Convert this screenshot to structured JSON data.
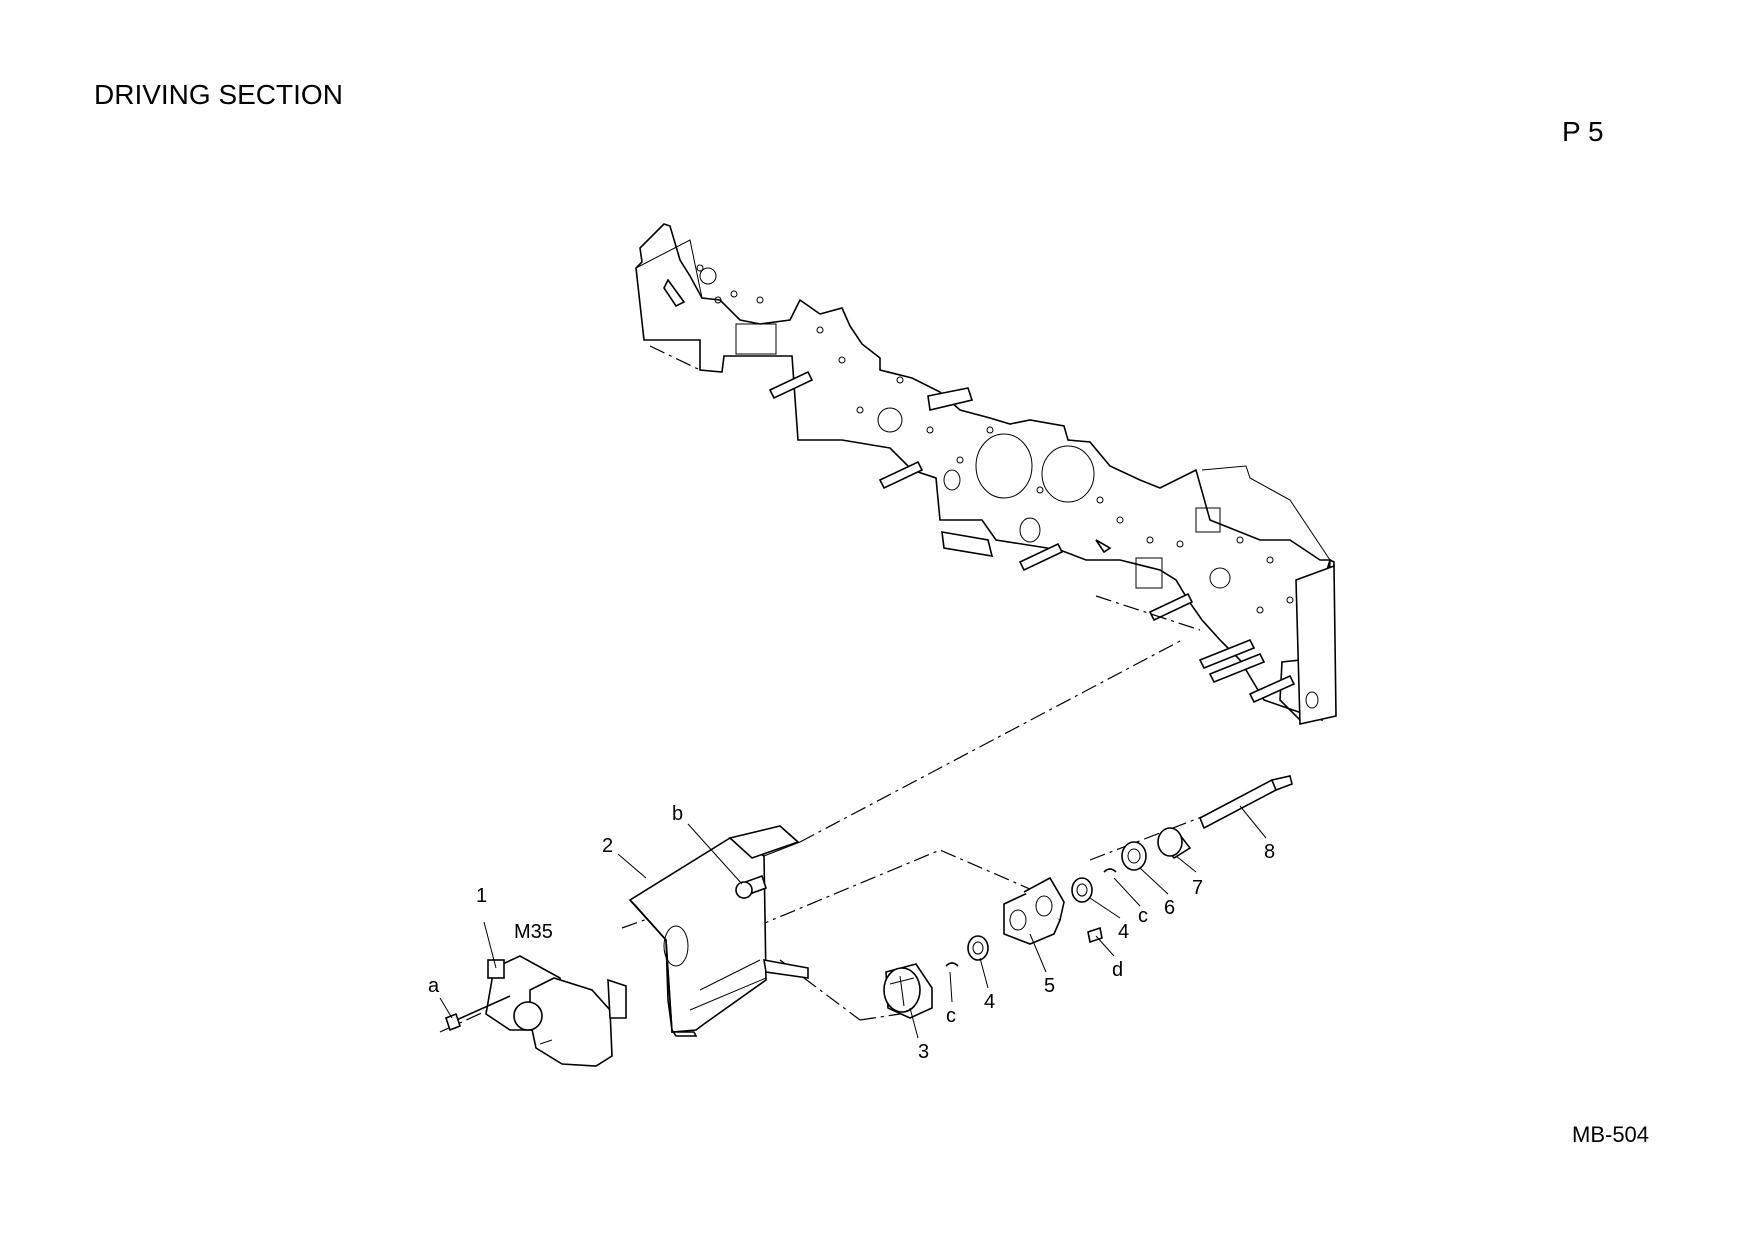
{
  "header": {
    "title": "DRIVING SECTION",
    "page": "P 5",
    "model": "MB-504"
  },
  "callouts": {
    "part1": "1",
    "part2": "2",
    "part3": "3",
    "part4a": "4",
    "part4b": "4",
    "part5": "5",
    "part6": "6",
    "part7": "7",
    "part8": "8",
    "screw_a": "a",
    "screw_b": "b",
    "ring_c1": "c",
    "ring_c2": "c",
    "screw_d": "d",
    "motor_code": "M35"
  }
}
